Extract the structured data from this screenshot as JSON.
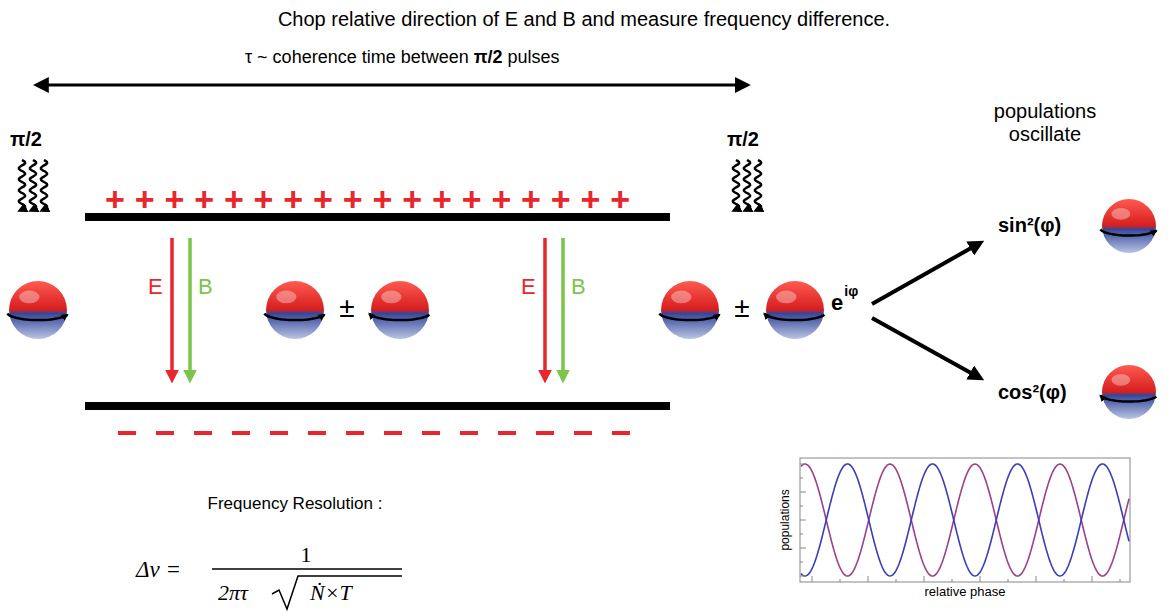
{
  "diagram": {
    "title": "Chop relative direction of E and B and measure frequency difference.",
    "labels": [
      "τ ~ coherence time between",
      "π/2",
      "pulses",
      "π/2",
      "π/2",
      "++++++++++++++++++",
      "E",
      "B",
      "±",
      "E",
      "B",
      "±",
      "e",
      "iφ",
      "populations oscillate",
      "sin²(φ)",
      "cos²(φ)",
      "Frequency Resolution :",
      "Δν =",
      "1",
      "2πτ",
      "Ṅ×T",
      "populations",
      "relative phase"
    ]
  }
}
